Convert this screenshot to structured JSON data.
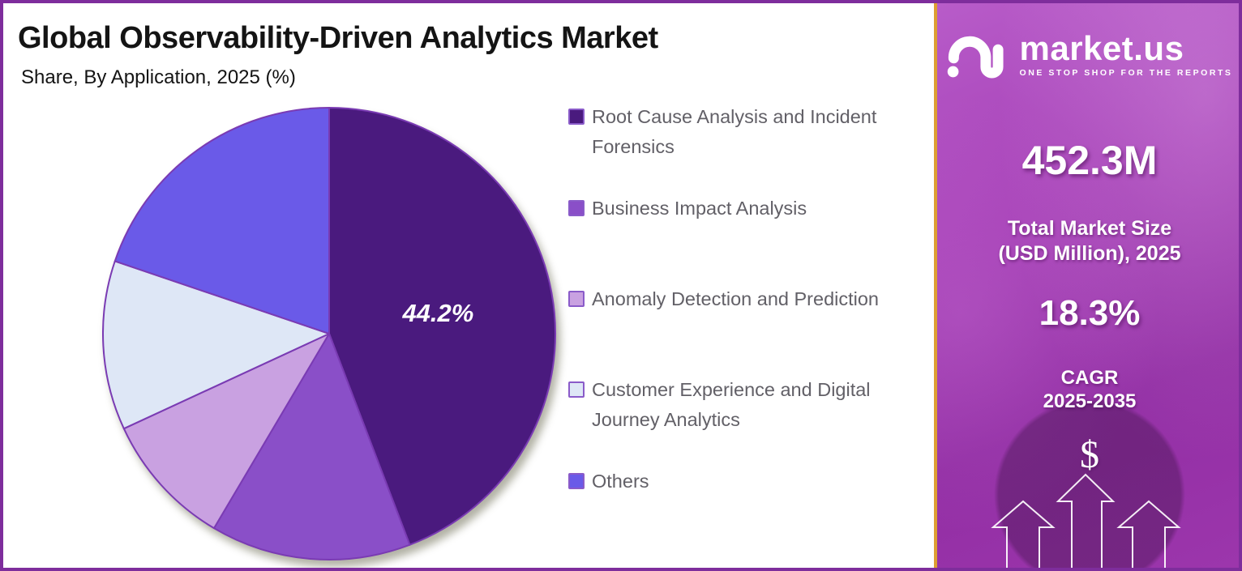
{
  "header": {
    "title": "Global Observability-Driven Analytics Market",
    "subtitle": "Share, By Application, 2025 (%)"
  },
  "chart_data": {
    "type": "pie",
    "title": "Global Observability-Driven Analytics Market",
    "subtitle": "Share, By Application, 2025 (%)",
    "unit": "%",
    "start_angle_deg": 0,
    "direction": "clockwise",
    "legend_position": "right",
    "slice_border_color": "#7A3BB3",
    "slices": [
      {
        "name": "Root Cause Analysis and Incident Forensics",
        "value": 44.2,
        "label": "44.2%",
        "color": "#4A1A7E"
      },
      {
        "name": "Business Impact Analysis",
        "value": 14.3,
        "label": "",
        "color": "#8A4FC8"
      },
      {
        "name": "Anomaly Detection and Prediction",
        "value": 9.6,
        "label": "",
        "color": "#C9A1E1"
      },
      {
        "name": "Customer Experience and Digital Journey Analytics",
        "value": 12.1,
        "label": "",
        "color": "#DEE7F6"
      },
      {
        "name": "Others",
        "value": 19.8,
        "label": "",
        "color": "#6A5AE8"
      }
    ]
  },
  "sidebar": {
    "logo": {
      "brand": "market.us",
      "tagline": "ONE STOP SHOP FOR THE REPORTS"
    },
    "market_size_value": "452.3M",
    "market_size_caption_line1": "Total Market Size",
    "market_size_caption_line2": "(USD Million), 2025",
    "cagr_value": "18.3%",
    "cagr_label": "CAGR",
    "cagr_period": "2025-2035",
    "dollar_symbol": "$",
    "accent_border_color": "#DD9E33"
  }
}
